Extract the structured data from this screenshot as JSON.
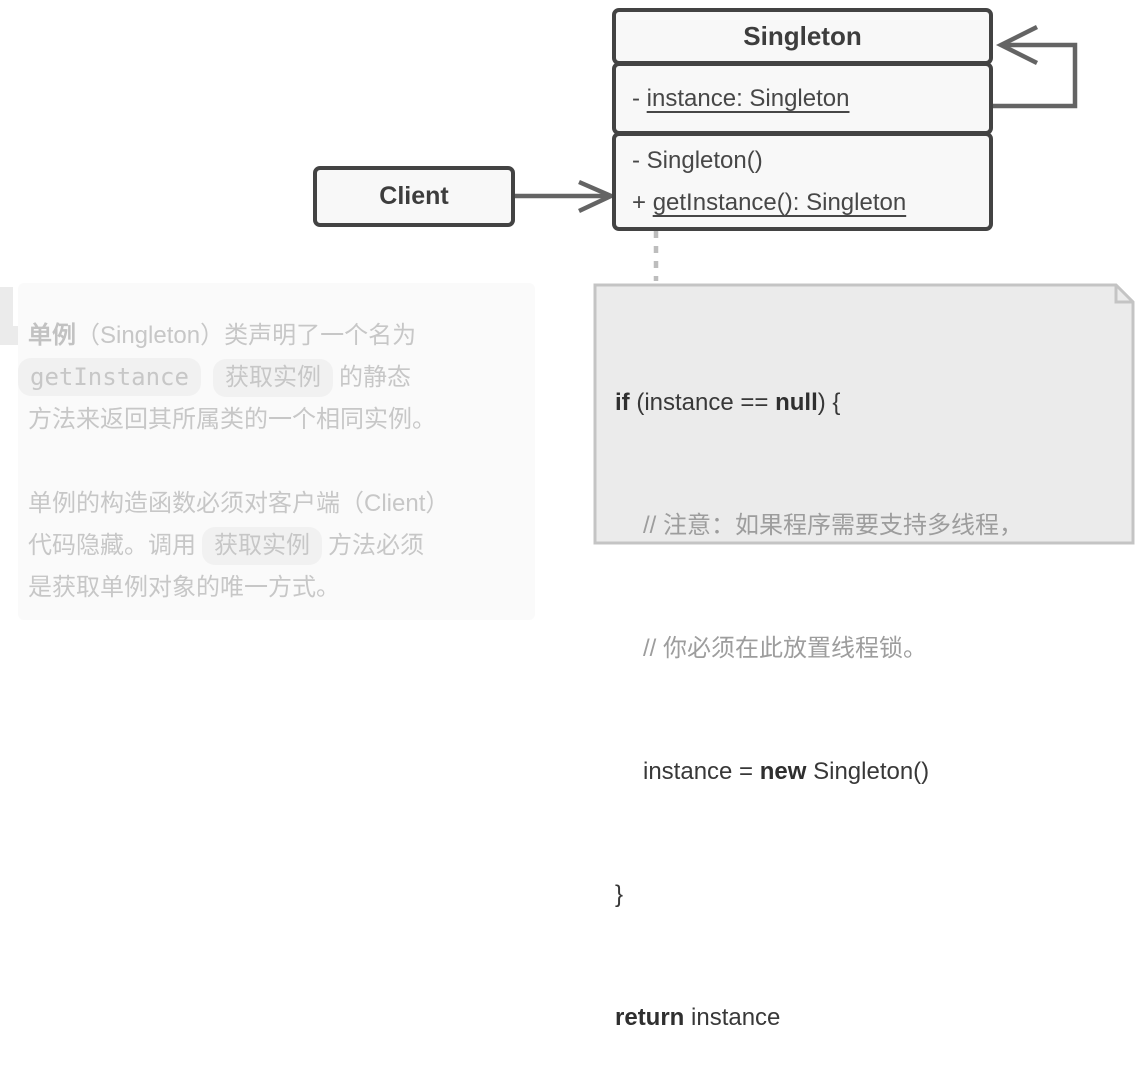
{
  "classes": {
    "client": {
      "title": "Client"
    },
    "singleton": {
      "title": "Singleton",
      "attr_prefix": "- ",
      "attr_name": "instance: Singleton",
      "method1": "- Singleton()",
      "method2_prefix": "+ ",
      "method2_name": "getInstance(): Singleton"
    }
  },
  "note": {
    "line1_kw": "if",
    "line1_mid": " (instance == ",
    "line1_kw2": "null",
    "line1_end": ") {",
    "comment1": "// 注意：如果程序需要支持多线程，",
    "comment2": "// 你必须在此放置线程锁。",
    "line4_pre": "instance = ",
    "line4_kw": "new",
    "line4_post": " Singleton()",
    "line5": "}",
    "line6_kw": "return",
    "line6_post": " instance"
  },
  "description": {
    "p1": {
      "l1_bold": "单例",
      "l1_rest": "（Singleton）类声明了一个名为",
      "l2_code": "getInstance",
      "l2_pill": "获取实例",
      "l2_rest": "的静态",
      "l3": "方法来返回其所属类的一个相同实例。"
    },
    "p2": {
      "l1": "单例的构造函数必须对客户端（Client）",
      "l2_pre": "代码隐藏。调用",
      "l2_pill": "获取实例",
      "l2_post": "方法必须",
      "l3": "是获取单例对象的唯一方式。"
    }
  },
  "colors": {
    "box_border": "#434343",
    "box_fill": "#f8f8f8",
    "box_text": "#474747",
    "arrow": "#646464",
    "connector_dash": "#bdbdbd",
    "note_fill": "#ebebeb",
    "note_border": "#c4c4c4",
    "note_text": "#383838",
    "note_comment": "#9d9d9d",
    "dim_text": "#c7c7c7",
    "pill_bg": "#f1f1f1",
    "panel_bg": "#fafafa"
  }
}
